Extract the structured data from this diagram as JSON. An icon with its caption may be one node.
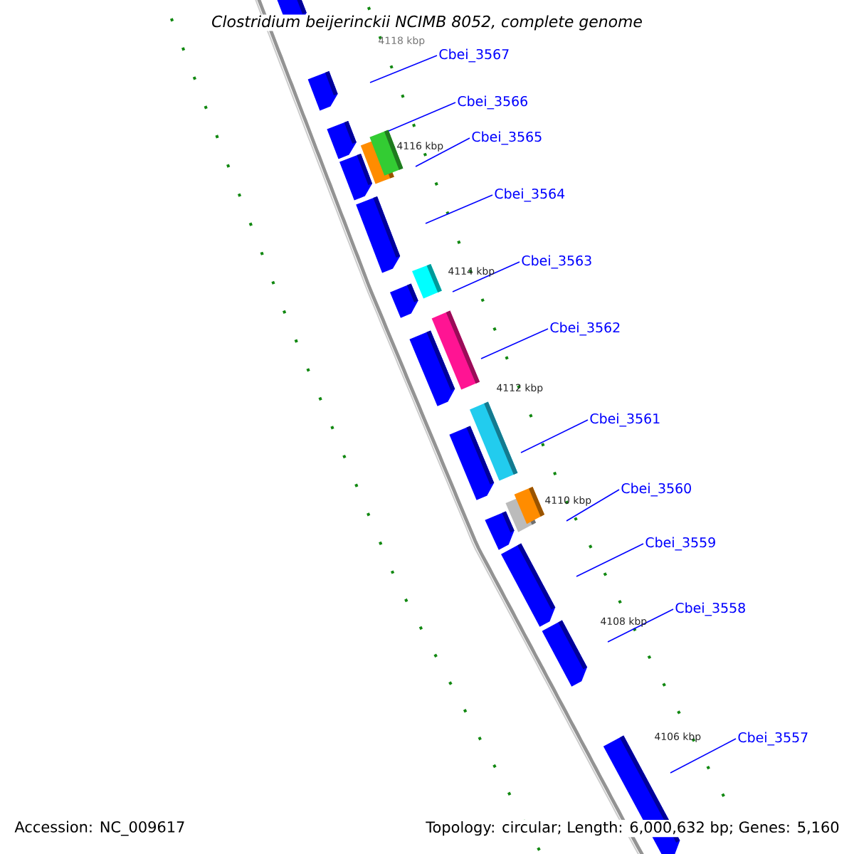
{
  "diagram": {
    "title": "Clostridium beijerinckii NCIMB 8052, complete genome",
    "nodes": [
      {
        "text": [
          "Cbei_3567"
        ]
      },
      {
        "text": [
          "Cbei_3566"
        ]
      },
      {
        "text": [
          "Cbei_3565"
        ]
      },
      {
        "text": [
          "Cbei_3564"
        ]
      },
      {
        "text": [
          "Cbei_3563"
        ]
      },
      {
        "text": [
          "Cbei_3562"
        ]
      },
      {
        "text": [
          "Cbei_3561"
        ]
      },
      {
        "text": [
          "Cbei_3560"
        ]
      },
      {
        "text": [
          "Cbei_3559"
        ]
      },
      {
        "text": [
          "Cbei_3558"
        ]
      },
      {
        "text": [
          "Cbei_3557"
        ]
      }
    ],
    "edges": [
      {
        "from": 0,
        "to": null,
        "arrow": "none"
      },
      {
        "from": 1,
        "to": null,
        "arrow": "none"
      },
      {
        "from": 2,
        "to": null,
        "arrow": "none"
      },
      {
        "from": 3,
        "to": null,
        "arrow": "none"
      },
      {
        "from": 4,
        "to": null,
        "arrow": "none"
      },
      {
        "from": 5,
        "to": null,
        "arrow": "none"
      },
      {
        "from": 6,
        "to": null,
        "arrow": "none"
      },
      {
        "from": 7,
        "to": null,
        "arrow": "none"
      },
      {
        "from": 8,
        "to": null,
        "arrow": "none"
      },
      {
        "from": 9,
        "to": null,
        "arrow": "none"
      },
      {
        "from": 10,
        "to": null,
        "arrow": "none"
      }
    ],
    "labels": [
      "4118 kbp",
      "4116 kbp",
      "4114 kbp",
      "4112 kbp",
      "4110 kbp",
      "4108 kbp",
      "4106 kbp",
      "Accession: NC_009617",
      "Topology: circular; Length: 6,000,632 bp; Genes: 5,160"
    ]
  }
}
